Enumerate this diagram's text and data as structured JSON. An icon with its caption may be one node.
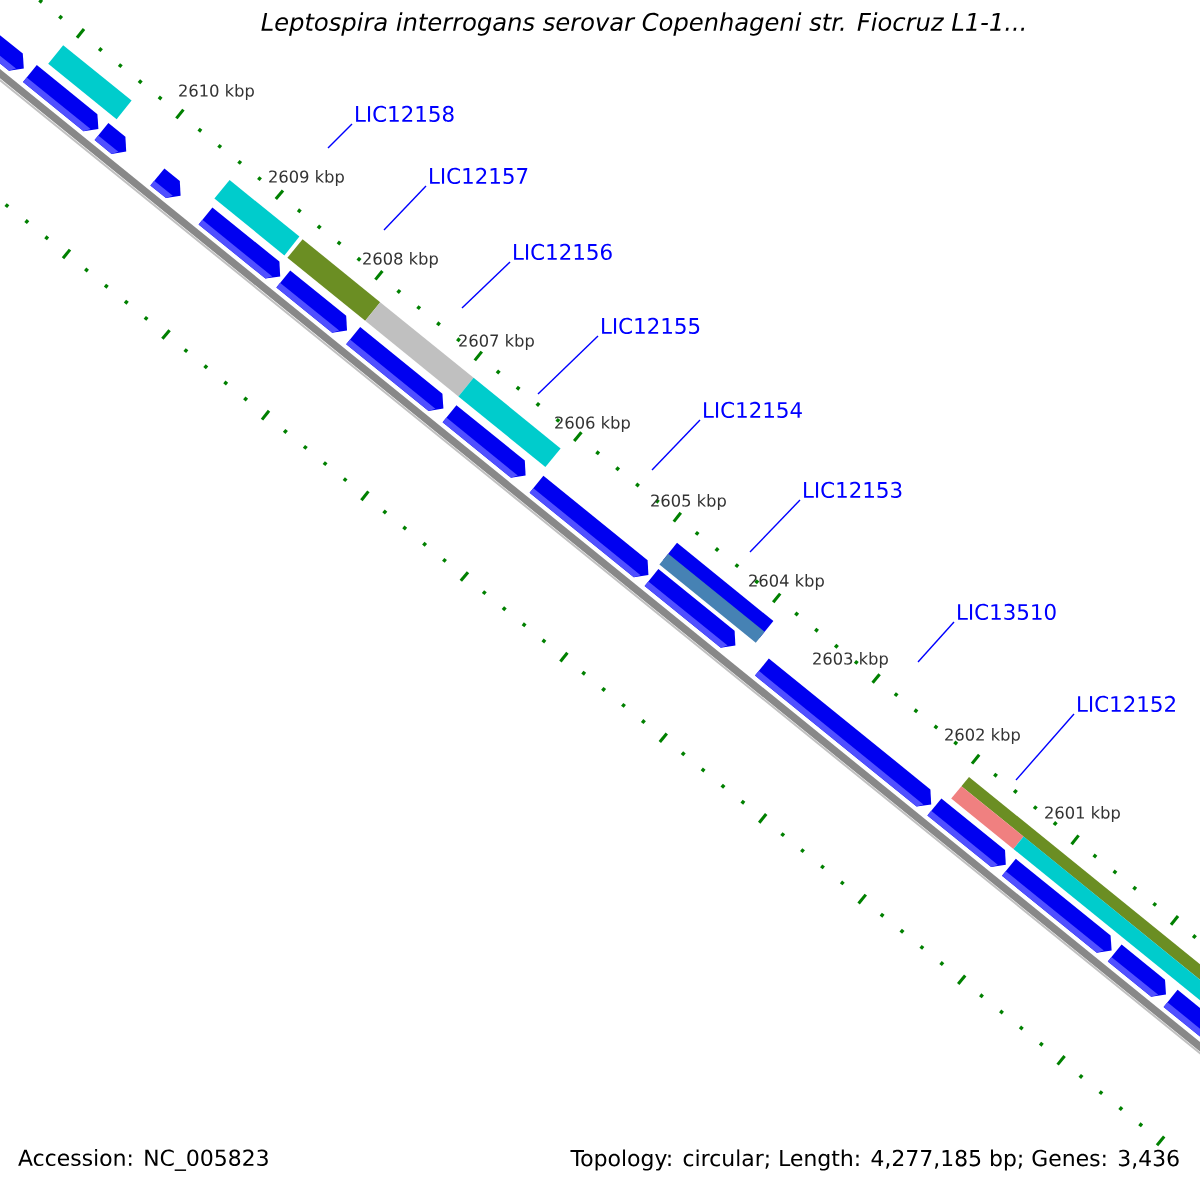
{
  "diagram": {
    "title": "Leptospira interrogans serovar Copenhageni str. Fiocruz L1-1...",
    "nodes": [
      {
        "text": [
          "LIC12158"
        ]
      },
      {
        "text": [
          "LIC12157"
        ]
      },
      {
        "text": [
          "LIC12156"
        ]
      },
      {
        "text": [
          "LIC12155"
        ]
      },
      {
        "text": [
          "LIC12154"
        ]
      },
      {
        "text": [
          "LIC12153"
        ]
      },
      {
        "text": [
          "LIC13510"
        ]
      },
      {
        "text": [
          "LIC12152"
        ]
      }
    ],
    "edges": [
      {
        "from": 0,
        "to": null,
        "arrow": "none"
      },
      {
        "from": 1,
        "to": null,
        "arrow": "none"
      },
      {
        "from": 2,
        "to": null,
        "arrow": "none"
      },
      {
        "from": 3,
        "to": null,
        "arrow": "none"
      },
      {
        "from": 4,
        "to": null,
        "arrow": "none"
      },
      {
        "from": 5,
        "to": null,
        "arrow": "none"
      },
      {
        "from": 6,
        "to": null,
        "arrow": "none"
      },
      {
        "from": 7,
        "to": null,
        "arrow": "none"
      }
    ],
    "labels": [
      "2610 kbp",
      "2609 kbp",
      "2608 kbp",
      "2607 kbp",
      "2606 kbp",
      "2605 kbp",
      "2604 kbp",
      "2603 kbp",
      "2602 kbp",
      "2601 kbp",
      "Accession: NC_005823",
      "Topology: circular; Length: 4,277,185 bp; Genes: 3,436"
    ]
  }
}
